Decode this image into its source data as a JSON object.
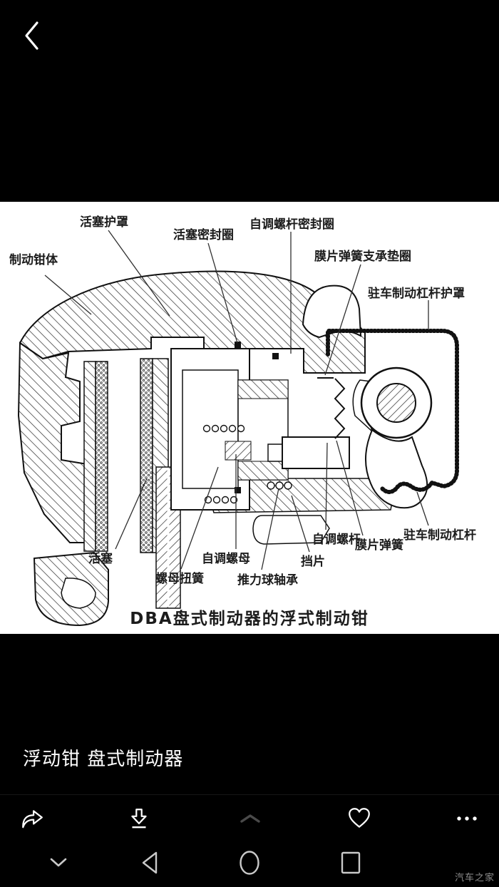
{
  "header": {
    "back_icon": "chevron-left"
  },
  "figure": {
    "title": "DBA盘式制动器的浮式制动钳",
    "labels": {
      "caliper_body": "制动钳体",
      "piston_boot": "活塞护罩",
      "piston_seal": "活塞密封圈",
      "adjust_screw_seal": "自调螺杆密封圈",
      "diaphragm_spring_washer": "膜片弹簧支承垫圈",
      "parking_lever_boot": "驻车制动杠杆护罩",
      "piston": "活塞",
      "nut_torsion_spring": "螺母扭簧",
      "adjust_nut": "自调螺母",
      "thrust_bearing": "推力球轴承",
      "stop_plate": "挡片",
      "adjust_screw": "自调螺杆",
      "diaphragm_spring": "膜片弹簧",
      "parking_lever": "驻车制动杠杆"
    }
  },
  "caption": {
    "text": "浮动钳 盘式制动器"
  },
  "toolbar": {
    "items": [
      {
        "name": "share"
      },
      {
        "name": "download"
      },
      {
        "name": "collapse"
      },
      {
        "name": "favorite"
      },
      {
        "name": "more"
      }
    ]
  },
  "navbar": {
    "items": [
      {
        "name": "hide-panel"
      },
      {
        "name": "back"
      },
      {
        "name": "home"
      },
      {
        "name": "recents"
      }
    ]
  },
  "watermark": {
    "text": "汽车之家"
  },
  "colors": {
    "background": "#000000",
    "panel": "#ffffff",
    "ink": "#1c1c1c",
    "icon": "#ffffff",
    "icon_dim": "#4a4a4a",
    "nav_icon": "#c9c9c9",
    "watermark": "#8f8f8f"
  }
}
